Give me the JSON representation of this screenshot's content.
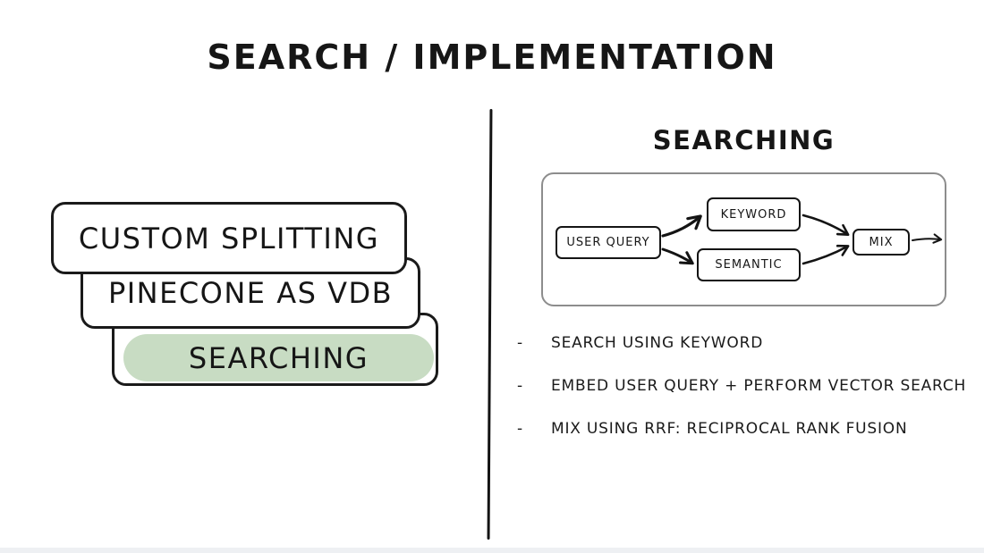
{
  "title": "SEARCH / IMPLEMENTATION",
  "left_stack": {
    "items": [
      {
        "label": "CUSTOM SPLITTING",
        "highlighted": false
      },
      {
        "label": "PINECONE AS VDB",
        "highlighted": false
      },
      {
        "label": "SEARCHING",
        "highlighted": true
      }
    ]
  },
  "right_panel": {
    "heading": "SEARCHING",
    "flow": {
      "nodes": [
        {
          "id": "user-query",
          "label": "USER QUERY"
        },
        {
          "id": "keyword",
          "label": "KEYWORD"
        },
        {
          "id": "semantic",
          "label": "SEMANTIC"
        },
        {
          "id": "mix",
          "label": "MIX"
        }
      ],
      "edges": [
        {
          "from": "user-query",
          "to": "keyword"
        },
        {
          "from": "user-query",
          "to": "semantic"
        },
        {
          "from": "keyword",
          "to": "mix"
        },
        {
          "from": "semantic",
          "to": "mix"
        },
        {
          "from": "mix",
          "to": "output"
        }
      ]
    },
    "bullets": [
      {
        "marker": "-",
        "text": "SEARCH USING KEYWORD"
      },
      {
        "marker": "-",
        "text": "EMBED USER QUERY + PERFORM VECTOR SEARCH"
      },
      {
        "marker": "-",
        "text": "MIX USING RRF: RECIPROCAL RANK FUSION"
      }
    ]
  },
  "colors": {
    "background": "#ffffff",
    "highlight_green": "#c8dcc3",
    "card_border": "#1a1a1a",
    "flow_container_border": "#8d8d8d",
    "arrow": "#141414",
    "divider": "#141414",
    "bottom_strip": "#eef0f3"
  }
}
